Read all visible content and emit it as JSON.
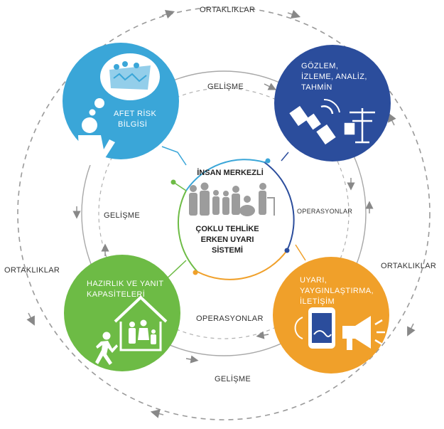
{
  "outer_ring": {
    "top_label": "ORTAKLIKLAR",
    "left_label": "ORTAKLIKLAR",
    "right_label": "ORTAKLIKLAR"
  },
  "inner_ring": {
    "top_label": "GELİŞME",
    "left_label": "GELİŞME",
    "bottom_label": "GELİŞME",
    "right_label": "OPERASYONLAR",
    "bottom_inner_label": "OPERASYONLAR"
  },
  "center": {
    "title": "İNSAN MERKEZLİ",
    "line1": "ÇOKLU TEHLİKE",
    "line2": "ERKEN UYARI",
    "line3": "SİSTEMİ"
  },
  "pillars": {
    "risk": {
      "line1": "AFET RİSK",
      "line2": "BİLGİSİ",
      "color": "#3aa6d8"
    },
    "monitoring": {
      "line1": "GÖZLEM,",
      "line2": "İZLEME, ANALİZ,",
      "line3": "TAHMİN",
      "color": "#2b4d9c"
    },
    "warning": {
      "line1": "UYARI,",
      "line2": "YAYGINLAŞTIRMA,",
      "line3": "İLETİŞİM",
      "color": "#f0a02a"
    },
    "preparedness": {
      "line1": "HAZIRLIK VE YANIT",
      "line2": "KAPASİTELERİ",
      "color": "#6dbb45"
    }
  },
  "icons": {
    "risk": "thinking-person-with-map-bubble-icon",
    "monitoring": [
      "satellite-icon",
      "weather-station-icon"
    ],
    "warning": [
      "smartphone-alert-icon",
      "megaphone-icon"
    ],
    "preparedness": [
      "running-person-icon",
      "family-house-icon"
    ],
    "center": "people-group-icon"
  }
}
